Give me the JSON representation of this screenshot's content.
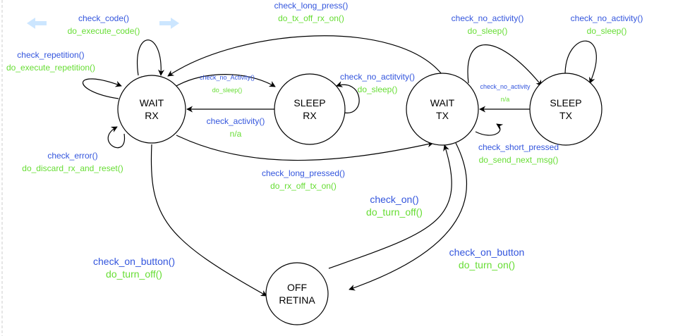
{
  "states": {
    "wait_rx": {
      "line1": "WAIT",
      "line2": "RX"
    },
    "sleep_rx": {
      "line1": "SLEEP",
      "line2": "RX"
    },
    "wait_tx": {
      "line1": "WAIT",
      "line2": "TX"
    },
    "sleep_tx": {
      "line1": "SLEEP",
      "line2": "TX"
    },
    "off_retina": {
      "line1": "OFF",
      "line2": "RETINA"
    }
  },
  "transitions": {
    "code": {
      "cond": "check_code()",
      "action": "do_execute_code()"
    },
    "repetition": {
      "cond": "check_repetition()",
      "action": "do_execute_repetition()"
    },
    "error": {
      "cond": "check_error()",
      "action": "do_discard_rx_and_reset()"
    },
    "no_activity_rx": {
      "cond": "check_no_Activity()",
      "action": "do_sleep()"
    },
    "activity": {
      "cond": "check_activity()",
      "action": "n/a"
    },
    "sleep_rx_loop": {
      "cond": "check_no_actitvity()",
      "action": "do_sleep()"
    },
    "long_press": {
      "cond": "check_long_press()",
      "action": "do_tx_off_rx_on()"
    },
    "long_pressed": {
      "cond": "check_long_pressed()",
      "action": "do_rx_off_tx_on()"
    },
    "no_activity_tx": {
      "cond": "check_no_activity()",
      "action": "do_sleep()"
    },
    "sleep_tx_loop": {
      "cond": "check_no_activity()",
      "action": "do_sleep()"
    },
    "activity_tx": {
      "cond": "check_no_activity",
      "action": "n/a"
    },
    "short_pressed": {
      "cond": "check_short_pressed",
      "action": "do_send_next_msg()"
    },
    "on_button_rx": {
      "cond": "check_on_button()",
      "action": "do_turn_off()"
    },
    "on": {
      "cond": "check_on()",
      "action": "do_turn_off()"
    },
    "on_button_tx": {
      "cond": "check_on_button",
      "action": "do_turn_on()"
    }
  },
  "colors": {
    "condition": "#3355dd",
    "action": "#66dd33",
    "arrow_hint": "#cce6ff"
  }
}
